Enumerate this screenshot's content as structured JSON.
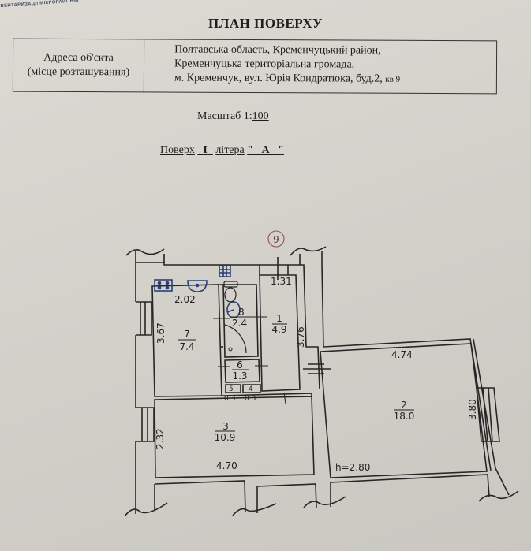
{
  "header": {
    "stamp_text": "ІНВЕНТАРИЗАЦІЇ МІКРОРАЙОНІВ",
    "title": "ПЛАН ПОВЕРХУ"
  },
  "address": {
    "label_line1": "Адреса об'єкта",
    "label_line2": "(місце розташування)",
    "line1": "Полтавська область, Кременчуцький район,",
    "line2": "Кременчуцька територіальна громада,",
    "line3_main": "м. Кременчук, вул. Юрія Кондратюка, буд.2,",
    "line3_apt": "кв 9"
  },
  "scale": {
    "label": "Масштаб 1:",
    "value": "100"
  },
  "floor": {
    "label": "Поверх",
    "number": "I",
    "letter_label": "літера",
    "letter": "\"   А   \""
  },
  "plan": {
    "apartment_number": "9",
    "ceiling_height": "h=2.80",
    "line_color": "#262626",
    "fixture_color": "#2b3f73",
    "rooms": [
      {
        "number": "1",
        "area": "4.9"
      },
      {
        "number": "2",
        "area": "18.0"
      },
      {
        "number": "3",
        "area": "10.9"
      },
      {
        "number": "4",
        "area": "0.3"
      },
      {
        "number": "5",
        "area": "0.3"
      },
      {
        "number": "6",
        "area": "1.3"
      },
      {
        "number": "7",
        "area": "7.4"
      },
      {
        "number": "8",
        "area": "2.4"
      }
    ],
    "dimensions": {
      "d_2_02": "2.02",
      "d_3_67": "3.67",
      "d_1_31": "1.31",
      "d_3_76": "3.76",
      "d_4_74": "4.74",
      "d_3_80": "3.80",
      "d_2_32": "2.32",
      "d_4_70": "4.70"
    }
  }
}
